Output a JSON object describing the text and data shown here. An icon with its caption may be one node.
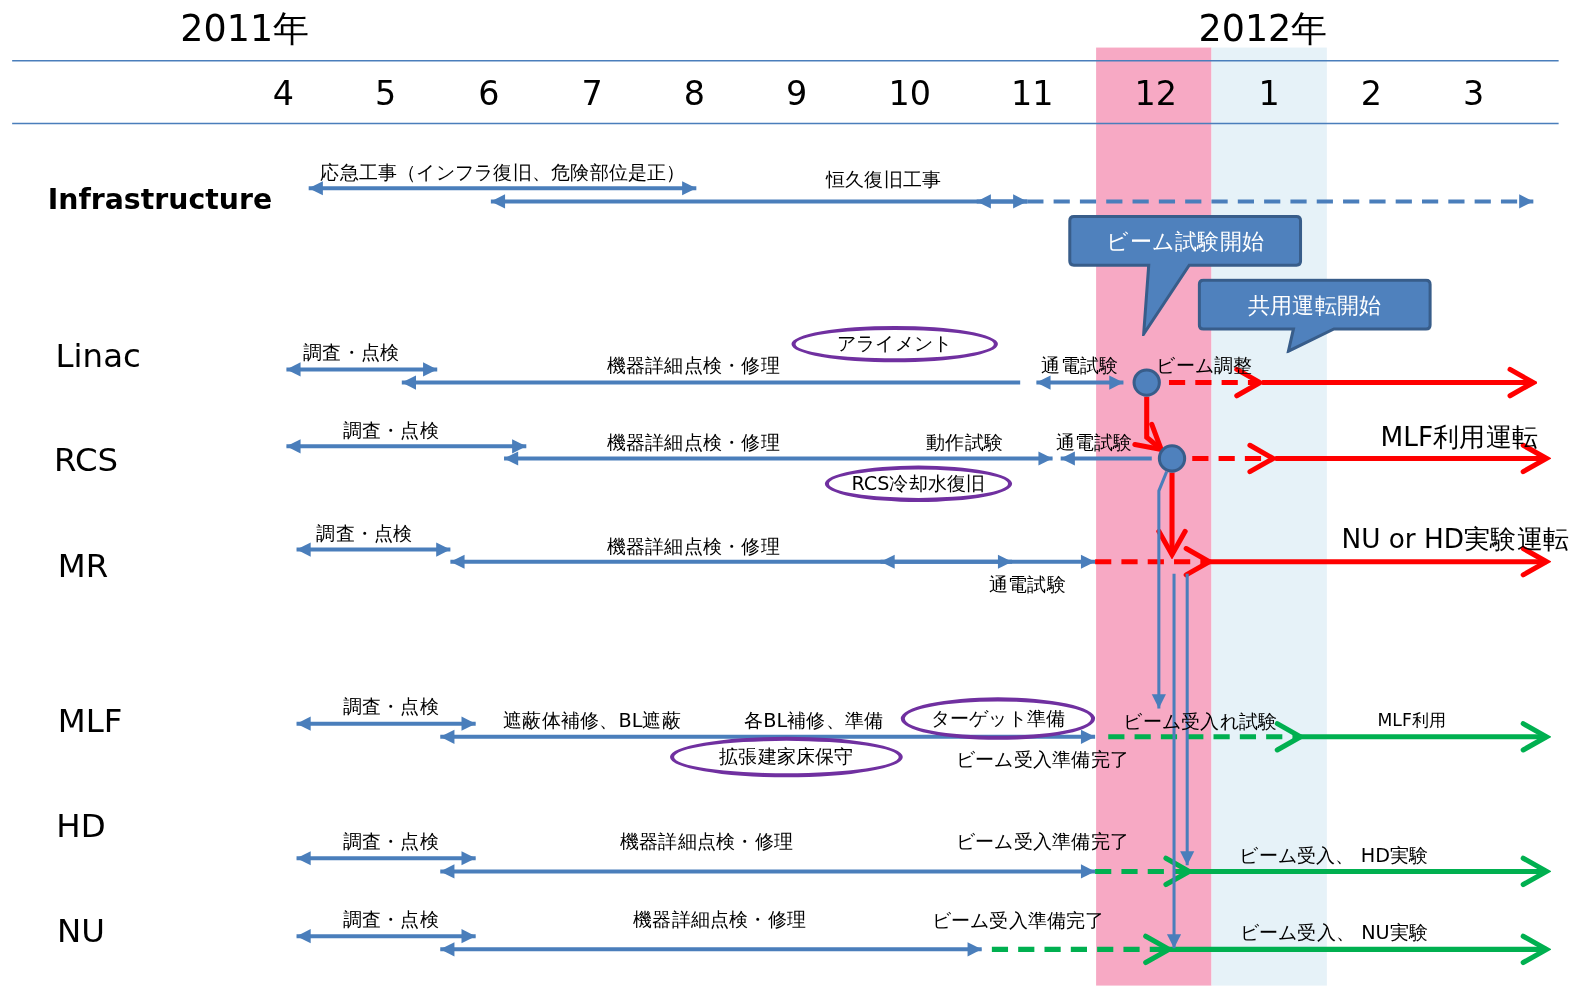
{
  "diagram": {
    "nodes": [
      {
        "text": [
          "ビーム試験開始"
        ]
      },
      {
        "text": [
          "共用運転開始"
        ]
      },
      {
        "text": [
          "アライメント"
        ]
      },
      {
        "text": [
          "RCS冷却水復旧"
        ]
      },
      {
        "text": [
          "ターゲット準備"
        ]
      },
      {
        "text": [
          "拡張建家床保守"
        ]
      },
      {
        "text": [],
        "shape": "circle"
      },
      {
        "text": [],
        "shape": "circle"
      },
      {
        "text": [
          "ビーム受入れ試験"
        ]
      }
    ],
    "edges": [
      {
        "from": 6,
        "to": 7,
        "arrow": "to",
        "color": "#ff0000"
      },
      {
        "from": 7,
        "to": null,
        "arrow": "to",
        "color": "#ff0000"
      },
      {
        "from": 7,
        "to": 8,
        "arrow": "to",
        "color": "#4a7ebb"
      }
    ],
    "labels": [
      "2011年",
      "2012年",
      "4",
      "5",
      "6",
      "7",
      "8",
      "9",
      "10",
      "11",
      "12",
      "1",
      "2",
      "3",
      "Infrastructure",
      "応急工事（インフラ復旧、危険部位是正）",
      "恒久復旧工事",
      "Linac",
      "調査・点検",
      "機器詳細点検・修理",
      "通電試験",
      "ビーム調整",
      "RCS",
      "調査・点検",
      "機器詳細点検・修理",
      "動作試験",
      "通電試験",
      "MLF利用運転",
      "MR",
      "調査・点検",
      "機器詳細点検・修理",
      "NU or HD実験運転",
      "通電試験",
      "MLF",
      "調査・点検",
      "遮蔽体補修、BL遮蔽",
      "各BL補修、準備",
      "MLF利用",
      "ビーム受入準備完了",
      "HD",
      "調査・点検",
      "機器詳細点検・修理",
      "ビーム受入準備完了",
      "ビーム受入、 HD実験",
      "NU",
      "調査・点検",
      "機器詳細点検・修理",
      "ビーム受入準備完了",
      "ビーム受入、 NU実験"
    ]
  }
}
